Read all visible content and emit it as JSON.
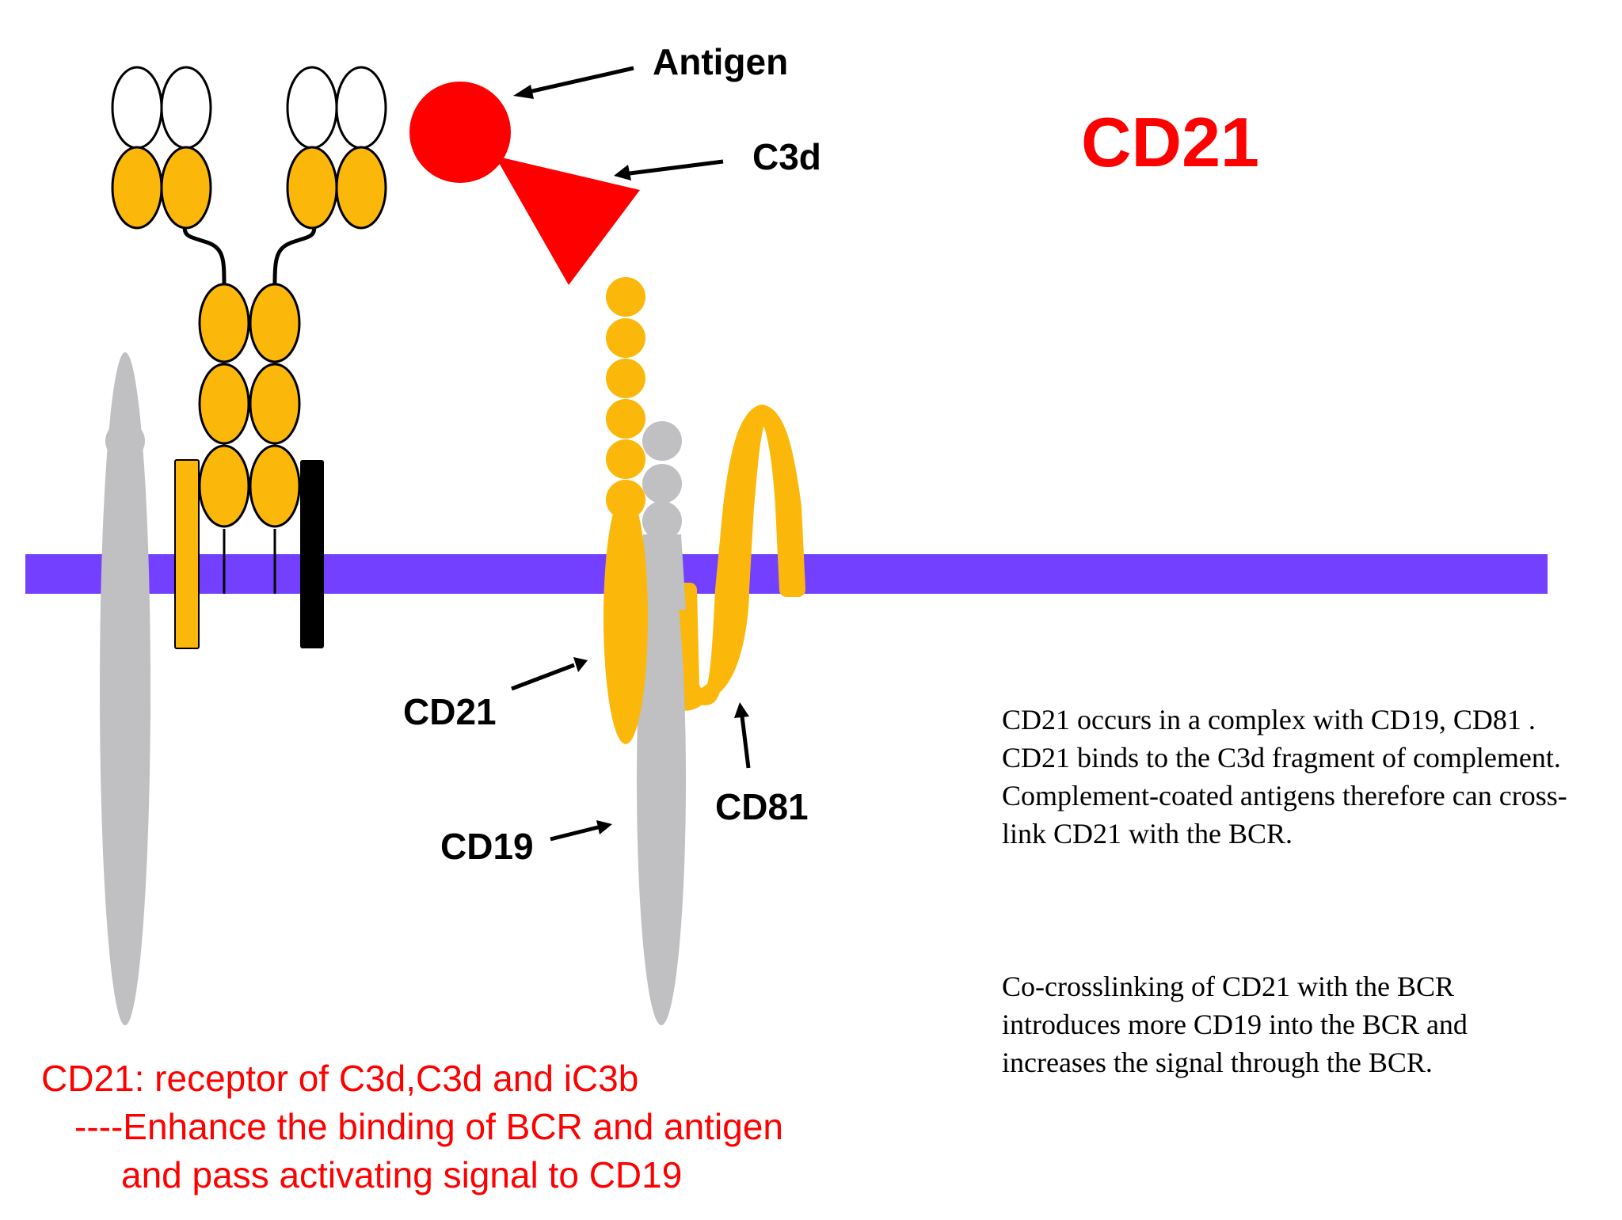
{
  "title": "CD21",
  "labels": {
    "antigen": "Antigen",
    "c3d": "C3d",
    "cd21": "CD21",
    "cd19": "CD19",
    "cd81": "CD81"
  },
  "description": {
    "para1": "CD21 occurs in a complex with CD19, CD81 . CD21 binds to the C3d fragment of complement. Complement-coated antigens therefore can cross-link CD21 with the BCR.",
    "para2": "Co-crosslinking of CD21 with the BCR introduces more CD19 into the BCR and increases the signal through the BCR."
  },
  "note": {
    "line1": "CD21: receptor of C3d,C3d and iC3b",
    "line2": "----Enhance the binding of BCR and antigen",
    "line3": "and pass activating signal to CD19"
  },
  "colors": {
    "membrane": "#7440ff",
    "antibody": "#fbb80a",
    "grey": "#c0bfc1",
    "accent_red": "#ff0000",
    "ink": "#000000"
  }
}
